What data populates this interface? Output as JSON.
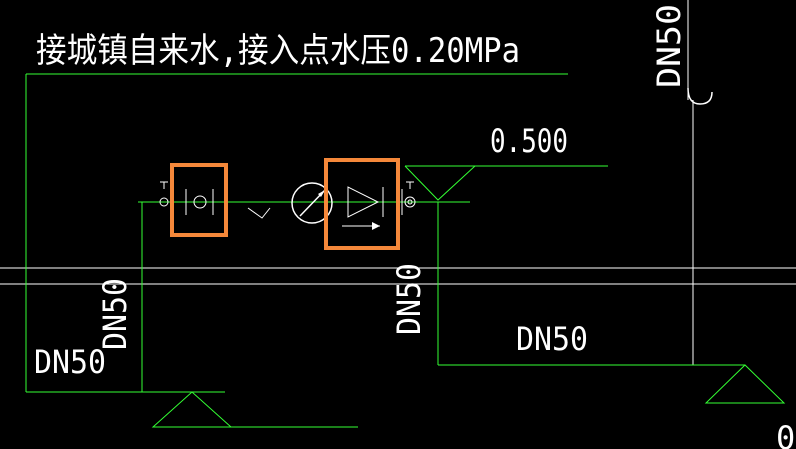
{
  "title_text": "接城镇自来水,接入点水压0.20MPa",
  "elevation_label": "0.500",
  "pipe_labels": {
    "top_right": "DN50",
    "left_vertical": "DN50",
    "left_horizontal": "DN50",
    "center_vertical": "DN50",
    "right_horizontal": "DN50"
  },
  "partial_label": "0",
  "colors": {
    "background": "#000000",
    "line": "#33ff33",
    "text": "#ffffff",
    "highlight": "#f5883a"
  },
  "icons": [
    "gate-valve-icon",
    "water-meter-icon",
    "pressure-gauge-icon",
    "backflow-preventer-icon",
    "elevation-triangle-icon"
  ]
}
